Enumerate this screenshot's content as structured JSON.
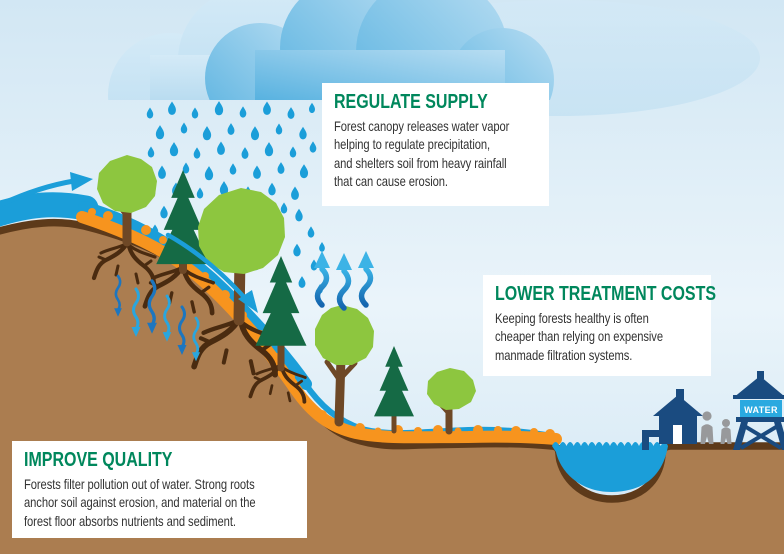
{
  "info_boxes": {
    "regulate_supply": {
      "heading": "REGULATE SUPPLY",
      "body": "Forest canopy releases water vapor\nhelping to regulate precipitation,\nand shelters soil from heavy rainfall\nthat can cause erosion."
    },
    "lower_treatment_costs": {
      "heading": "LOWER TREATMENT COSTS",
      "body": "Keeping forests healthy is often\ncheaper than relying on expensive\nmanmade filtration systems."
    },
    "improve_quality": {
      "heading": "IMPROVE QUALITY",
      "body": "Forests filter pollution out of water. Strong roots\nanchor soil against erosion, and material on the\nforest floor absorbs nutrients and sediment."
    }
  },
  "water_tower": {
    "label": "WATER"
  },
  "colors": {
    "heading_green": "#00875c",
    "water_blue": "#1b9ed9",
    "soil_brown": "#ab7d50",
    "soil_outline_brown": "#5d3a1a",
    "forest_floor_orange": "#f7941e",
    "canopy_green": "#8dc63f",
    "conifer_green": "#156a45",
    "trunk_brown": "#6e4826",
    "root_brown": "#4a2b10",
    "navy_blue": "#1a4b80",
    "people_gray": "#98999b",
    "tank_blue": "#2aa9e0",
    "sky_top": "#d2e7f4",
    "sky_bottom": "#eaf4fa",
    "cloud_light": "#b9dcf0",
    "cloud_light2": "#d4eaf7",
    "cloud_medium": "#58b2e0",
    "cloud_medium2": "#b8ddf2",
    "evap_dark": "#1565ae",
    "evap_light": "#38b1e5",
    "text_dark": "#333333",
    "box_white": "#ffffff"
  }
}
